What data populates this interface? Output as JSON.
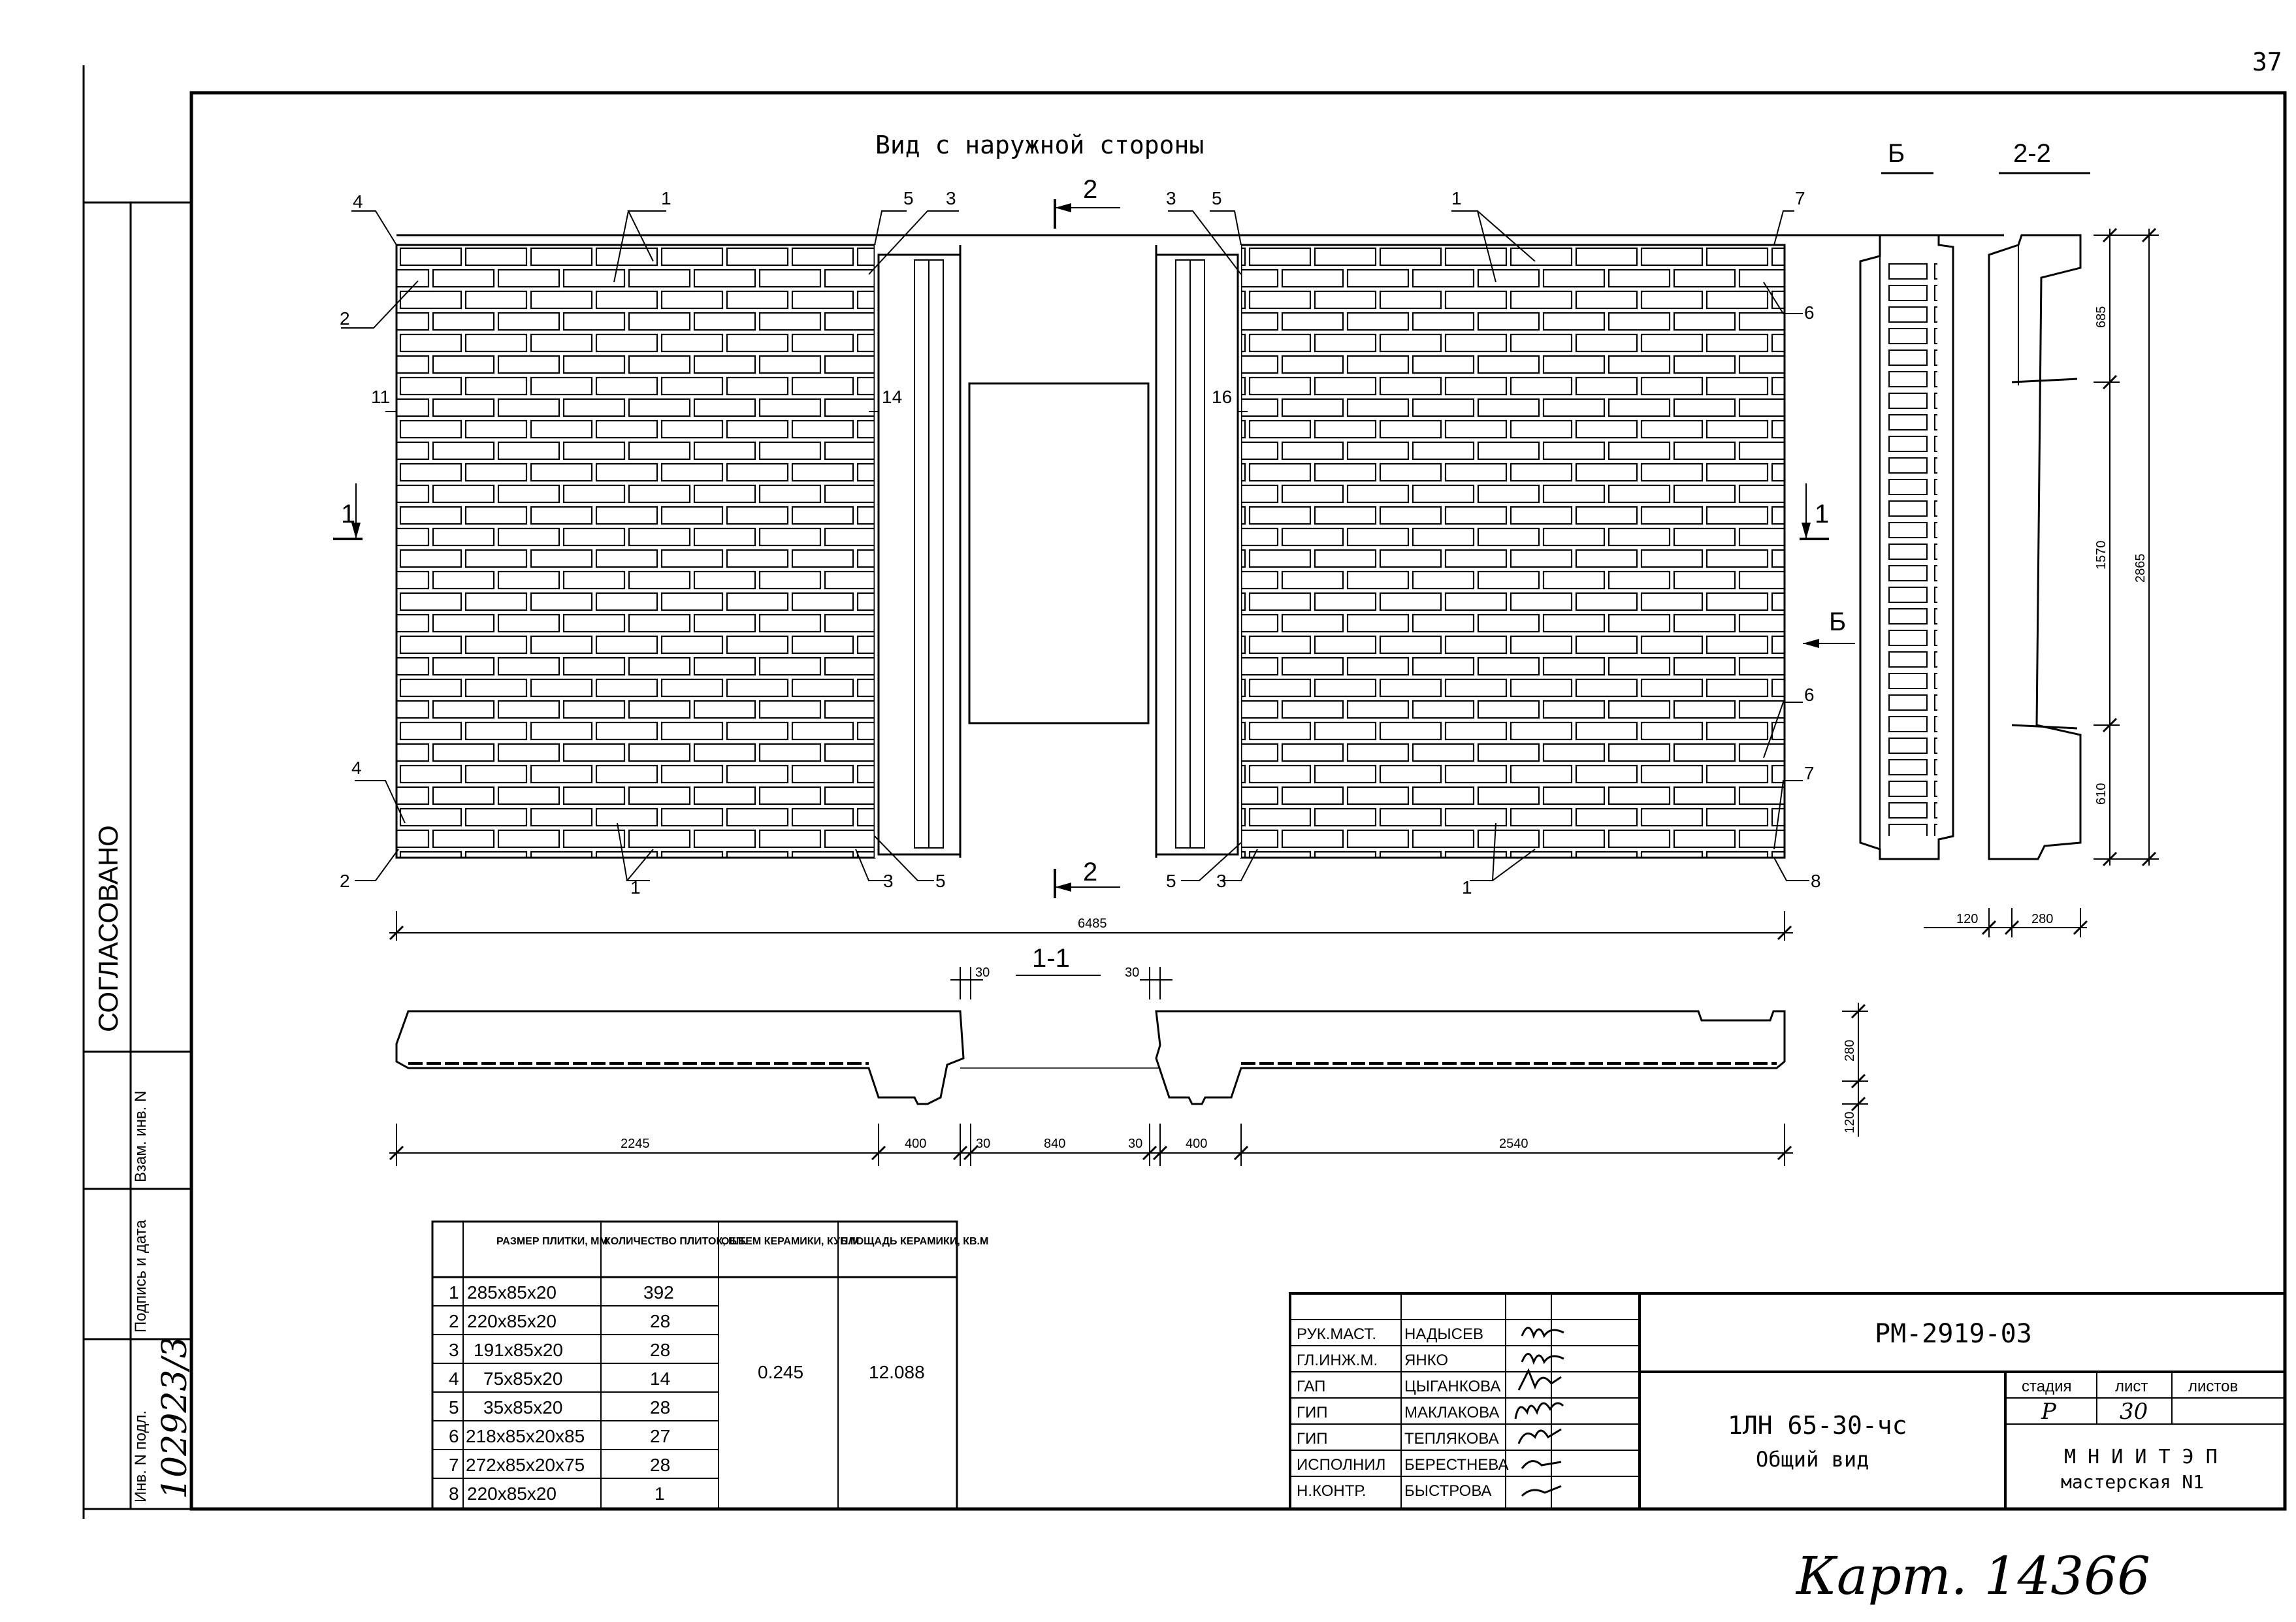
{
  "page_number": "37",
  "title": "Вид с наружной стороны",
  "side_views": {
    "view_b": "Б",
    "section_2_2": "2-2"
  },
  "callouts": {
    "n1": "1",
    "n2": "2",
    "n3": "3",
    "n4": "4",
    "n5": "5",
    "n6": "6",
    "n7": "7",
    "n8": "8",
    "n11": "11",
    "n14": "14",
    "n16": "16"
  },
  "section_marks": {
    "s1": "1",
    "s2": "2",
    "sb": "Б"
  },
  "dimensions": {
    "overall_width": "6485",
    "side_heights": [
      "685",
      "1570",
      "610"
    ],
    "side_total": "2865",
    "side_bottom": [
      "120",
      "280"
    ],
    "plan_top": [
      "30",
      "30"
    ],
    "plan_bottom": [
      "2245",
      "400",
      "30",
      "840",
      "30",
      "400",
      "2540"
    ],
    "plan_height": [
      "280",
      "120"
    ]
  },
  "plan_section_title": "1-1",
  "left_margin": {
    "agreed": "СОГЛАСОВАНО",
    "inv_podl": "Инв. N подл.",
    "podpis": "Подпись и дата",
    "vzam": "Взам. инв. N",
    "inv_number": "102923/3"
  },
  "tile_table": {
    "headers": [
      "РАЗМЕР ПЛИТКИ, ММ",
      "КОЛИЧЕСТВО ПЛИТОК, ШТ.",
      "ОБЪЕМ КЕРАМИКИ, КУБ.М",
      "ПЛОЩАДЬ КЕРАМИКИ, КВ.М"
    ],
    "rows": [
      {
        "n": "1",
        "size": "285x85x20",
        "qty": "392"
      },
      {
        "n": "2",
        "size": "220x85x20",
        "qty": "28"
      },
      {
        "n": "3",
        "size": "191x85x20",
        "qty": "28"
      },
      {
        "n": "4",
        "size": "75x85x20",
        "qty": "14"
      },
      {
        "n": "5",
        "size": "35x85x20",
        "qty": "28"
      },
      {
        "n": "6",
        "size": "218x85x20x85",
        "qty": "27"
      },
      {
        "n": "7",
        "size": "272x85x20x75",
        "qty": "28"
      },
      {
        "n": "8",
        "size": "220x85x20",
        "qty": "1"
      }
    ],
    "volume": "0.245",
    "area": "12.088"
  },
  "title_block": {
    "roles": [
      "РУК.МАСТ.",
      "ГЛ.ИНЖ.М.",
      "ГАП",
      "ГИП",
      "ГИП",
      "ИСПОЛНИЛ",
      "Н.КОНТР."
    ],
    "names": [
      "НАДЫСЕВ",
      "ЯНКО",
      "ЦЫГАНКОВА",
      "МАКЛАКОВА",
      "ТЕПЛЯКОВА",
      "БЕРЕСТНЕВА",
      "БЫСТРОВА"
    ],
    "doc_code": "РМ-2919-03",
    "product": "1ЛН 65-30-чс",
    "sheet_title": "Общий вид",
    "stage_label": "стадия",
    "sheet_label": "лист",
    "sheets_label": "листов",
    "stage": "Р",
    "sheet": "30",
    "sheets": "",
    "org": "М Н И И Т Э П",
    "dept": "мастерская N1"
  },
  "footer_note": "Карт. 14366"
}
